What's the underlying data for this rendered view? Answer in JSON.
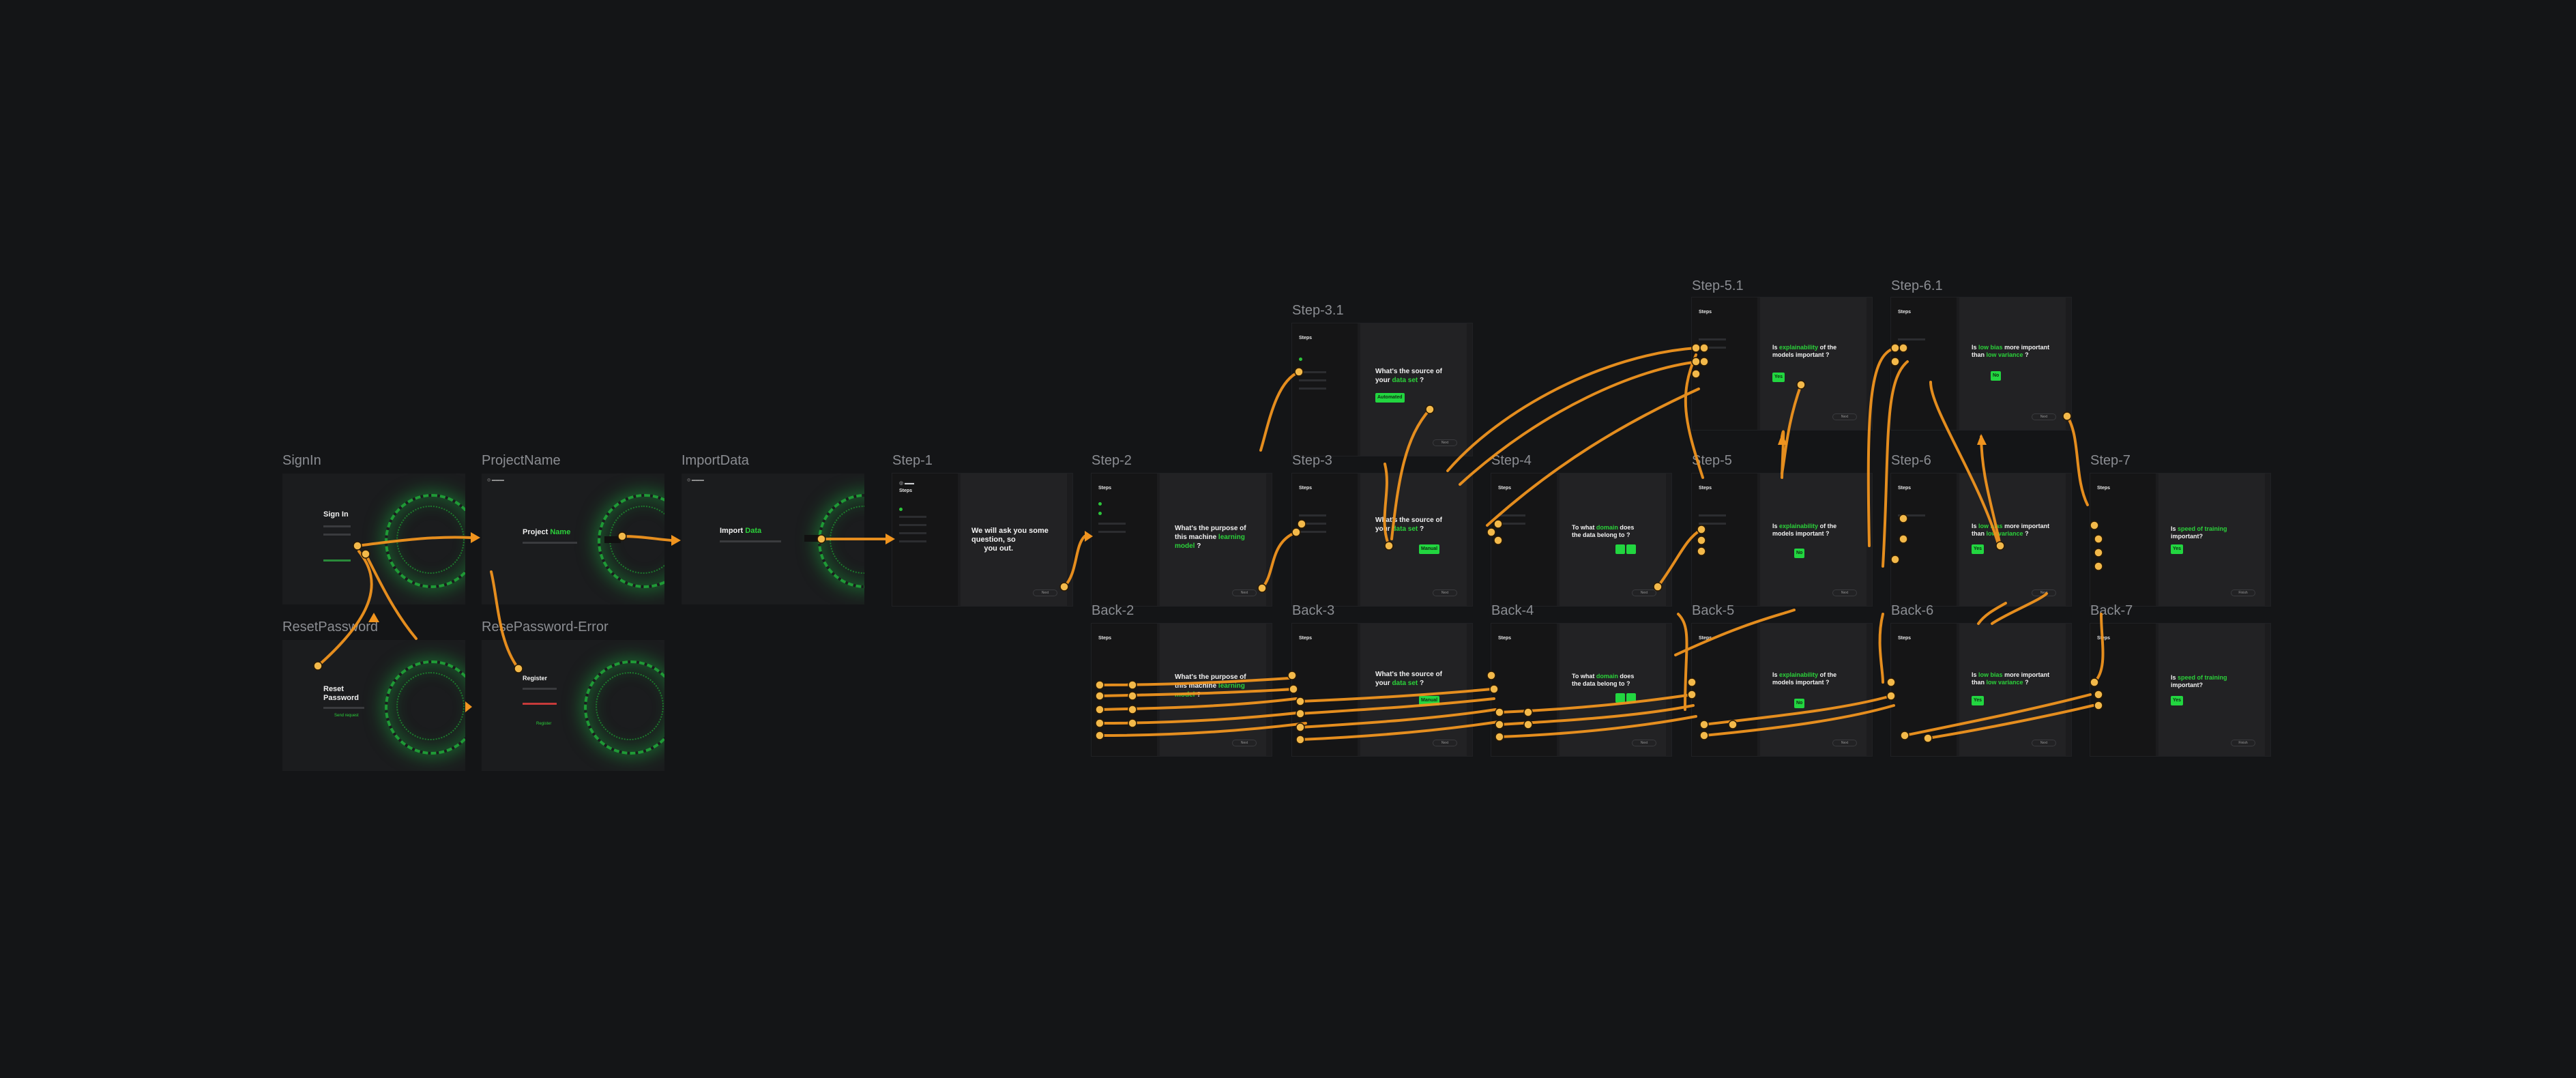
{
  "canvas": {
    "background": "#141517",
    "wire_color": "#f0941f",
    "accent": "#22d640"
  },
  "frames": {
    "signin": {
      "label": "SignIn",
      "title": "Sign In"
    },
    "projectname": {
      "label": "ProjectName",
      "title_a": "Project",
      "title_b": "Name"
    },
    "importdata": {
      "label": "ImportData",
      "title_a": "Import",
      "title_b": "Data"
    },
    "resetpassword": {
      "label": "ResetPassword",
      "title_a": "Reset",
      "title_b": "Password",
      "button": "Send request"
    },
    "resetpassword_error": {
      "label": "ResePassword-Error",
      "title": "Register",
      "button": "Register"
    },
    "step1": {
      "label": "Step-1",
      "q1": "We will ask you some",
      "q2": "question, so",
      "q3": "you out."
    },
    "step2": {
      "label": "Step-2",
      "q1": "What's the purpose of",
      "q2": "this machine",
      "q3": "learning",
      "q4": "model",
      "q5": "?"
    },
    "step31": {
      "label": "Step-3.1",
      "q1": "What's the source of",
      "q2": "your",
      "q3": "data set",
      "q4": "?",
      "button": "Automated"
    },
    "step3": {
      "label": "Step-3",
      "q1": "What's the source of",
      "q2": "your",
      "q3": "data set",
      "q4": "?",
      "button": "Manual"
    },
    "step4": {
      "label": "Step-4",
      "q1": "To what",
      "q2": "domain",
      "q3": "does",
      "q4": "the data belong to ?"
    },
    "step51": {
      "label": "Step-5.1",
      "q1": "Is",
      "q2": "explainability",
      "q3": "of the",
      "q4": "models important ?",
      "button": "Yes"
    },
    "step5": {
      "label": "Step-5",
      "q1": "Is",
      "q2": "explainability",
      "q3": "of the",
      "q4": "models important ?",
      "button": "No"
    },
    "step61": {
      "label": "Step-6.1",
      "q1": "Is",
      "q2": "low bias",
      "q3": "more important",
      "q4": "than",
      "q5": "low variance",
      "q6": "?",
      "button": "No"
    },
    "step6": {
      "label": "Step-6",
      "q1": "Is",
      "q2": "low bias",
      "q3": "more important",
      "q4": "than",
      "q5": "low variance",
      "q6": "?",
      "button": "Yes"
    },
    "step7": {
      "label": "Step-7",
      "q1": "Is",
      "q2": "speed of training",
      "q3": "important?",
      "button": "Yes"
    },
    "back2": {
      "label": "Back-2",
      "q1": "What's the purpose of",
      "q2": "this machine",
      "q3": "learning",
      "q4": "model",
      "q5": "?"
    },
    "back3": {
      "label": "Back-3",
      "q1": "What's the source of",
      "q2": "your",
      "q3": "data set",
      "q4": "?",
      "button": "Manual"
    },
    "back4": {
      "label": "Back-4",
      "q1": "To what",
      "q2": "domain",
      "q3": "does",
      "q4": "the data belong to ?"
    },
    "back5": {
      "label": "Back-5",
      "q1": "Is",
      "q2": "explainability",
      "q3": "of the",
      "q4": "models important ?",
      "button": "No"
    },
    "back6": {
      "label": "Back-6",
      "q1": "Is",
      "q2": "low bias",
      "q3": "more important",
      "q4": "than",
      "q5": "low variance",
      "q6": "?",
      "button": "Yes"
    },
    "back7": {
      "label": "Back-7",
      "q1": "Is",
      "q2": "speed of training",
      "q3": "important?",
      "button": "Yes"
    }
  },
  "common": {
    "steps_header": "Steps",
    "next": "Next",
    "finish": "Finish"
  }
}
